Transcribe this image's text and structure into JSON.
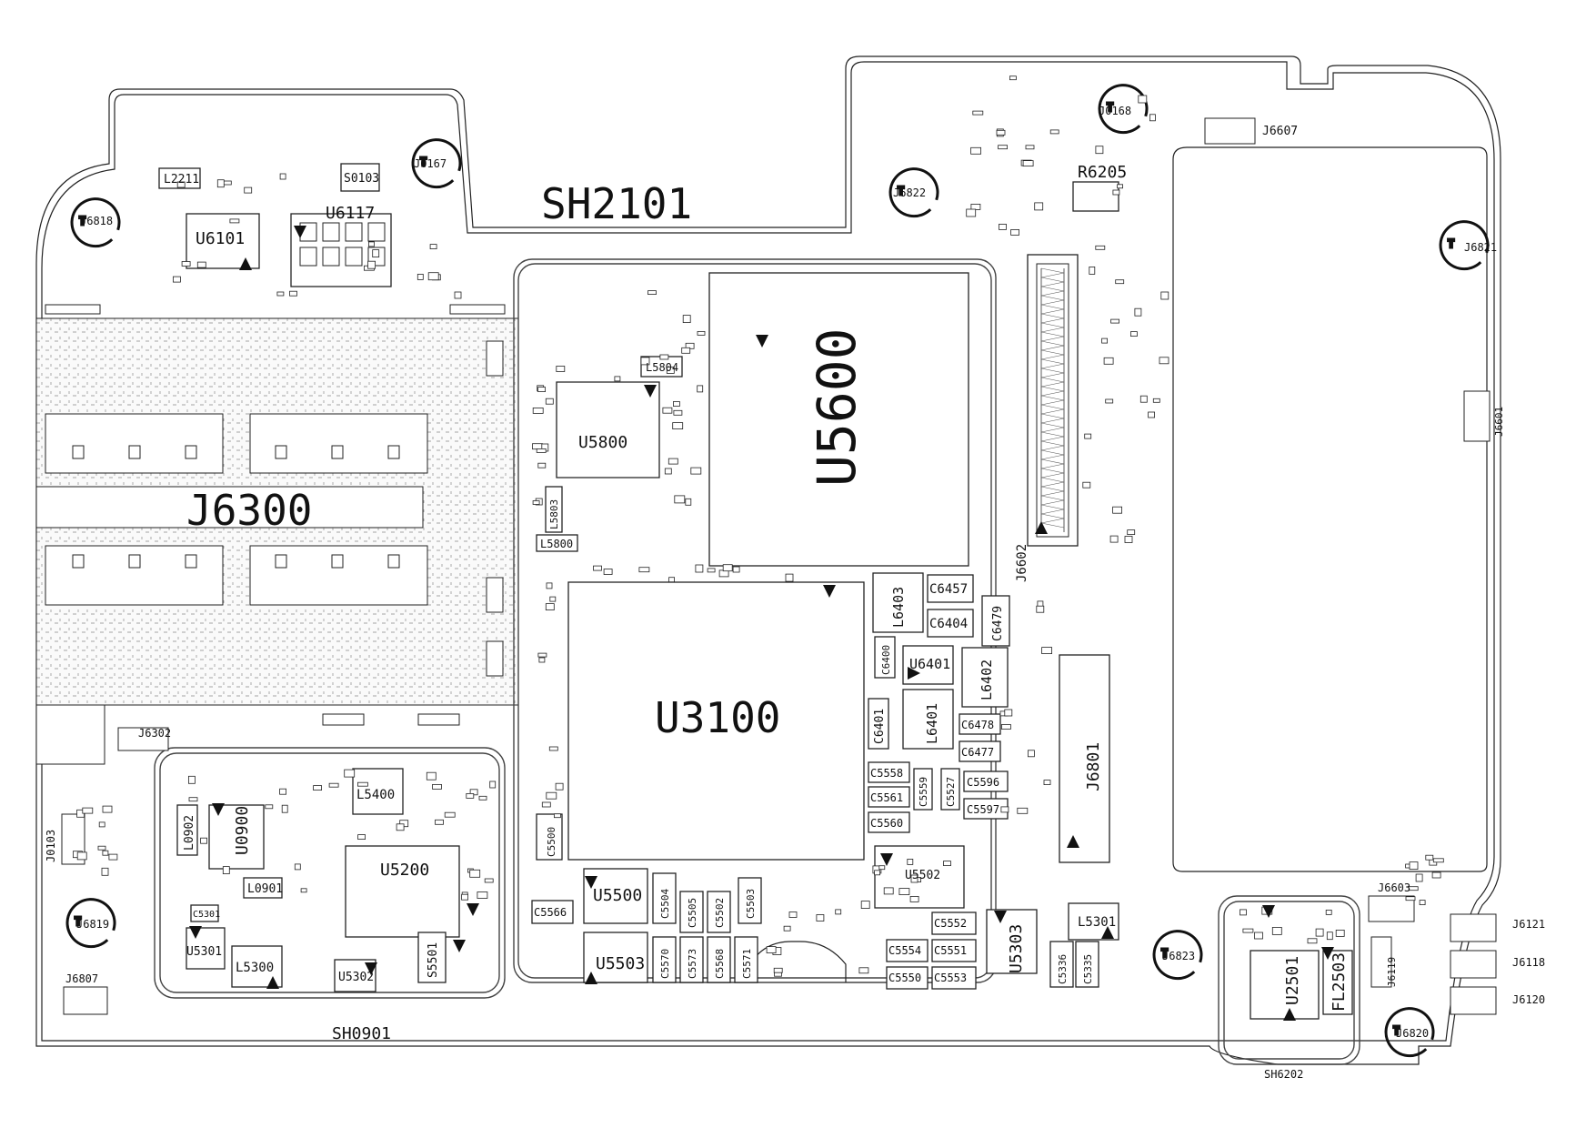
{
  "labels": {
    "sh2101": "SH2101",
    "sh0901": "SH0901",
    "sh6202": "SH6202",
    "j6300": "J6300",
    "u5600": "U5600",
    "u3100": "U3100",
    "u5800": "U5800",
    "u5200": "U5200",
    "u6101": "U6101",
    "u6117": "U6117",
    "u0900": "U0900",
    "u5500": "U5500",
    "u5503": "U5503",
    "u5502": "U5502",
    "u5303": "U5303",
    "u5301": "U5301",
    "u5302": "U5302",
    "u2501": "U2501",
    "u6401": "U6401",
    "l5400": "L5400",
    "l5300": "L5300",
    "l5301": "L5301",
    "l6401": "L6401",
    "l6402": "L6402",
    "l6403": "L6403",
    "l5804": "L5804",
    "l5800": "L5800",
    "l5803": "L5803",
    "l2211": "L2211",
    "l0901": "L0901",
    "l0902": "L0902",
    "s0103": "S0103",
    "s5501": "S5501",
    "r6205": "R6205",
    "fl2503": "FL2503",
    "j6801": "J6801",
    "j6602": "J6602",
    "j6302": "J6302",
    "j6607": "J6607",
    "j6601": "J6601",
    "j6603": "J6603",
    "j6807": "J6807",
    "j6121": "J6121",
    "j6118": "J6118",
    "j6120": "J6120",
    "j6119": "J6119",
    "j0103": "J0103",
    "j6818": "J6818",
    "j0167": "J0167",
    "j6822": "J6822",
    "j0168": "J0168",
    "j6821": "J6821",
    "j6819": "J6819",
    "j6823": "J6823",
    "j6820": "J6820",
    "c6457": "C6457",
    "c6404": "C6404",
    "c6479": "C6479",
    "c6400": "C6400",
    "c6401": "C6401",
    "c6478": "C6478",
    "c6477": "C6477",
    "c5558": "C5558",
    "c5561": "C5561",
    "c5560": "C5560",
    "c5559": "C5559",
    "c5527": "C5527",
    "c5596": "C5596",
    "c5597": "C5597",
    "c5552": "C5552",
    "c5551": "C5551",
    "c5554": "C5554",
    "c5550": "C5550",
    "c5553": "C5553",
    "c5566": "C5566",
    "c5500": "C5500",
    "c5504": "C5504",
    "c5505": "C5505",
    "c5502": "C5502",
    "c5503": "C5503",
    "c5570": "C5570",
    "c5573": "C5573",
    "c5568": "C5568",
    "c5571": "C5571",
    "c5336": "C5336",
    "c5335": "C5335",
    "c5301": "C5301"
  },
  "triangle_markers": 22
}
